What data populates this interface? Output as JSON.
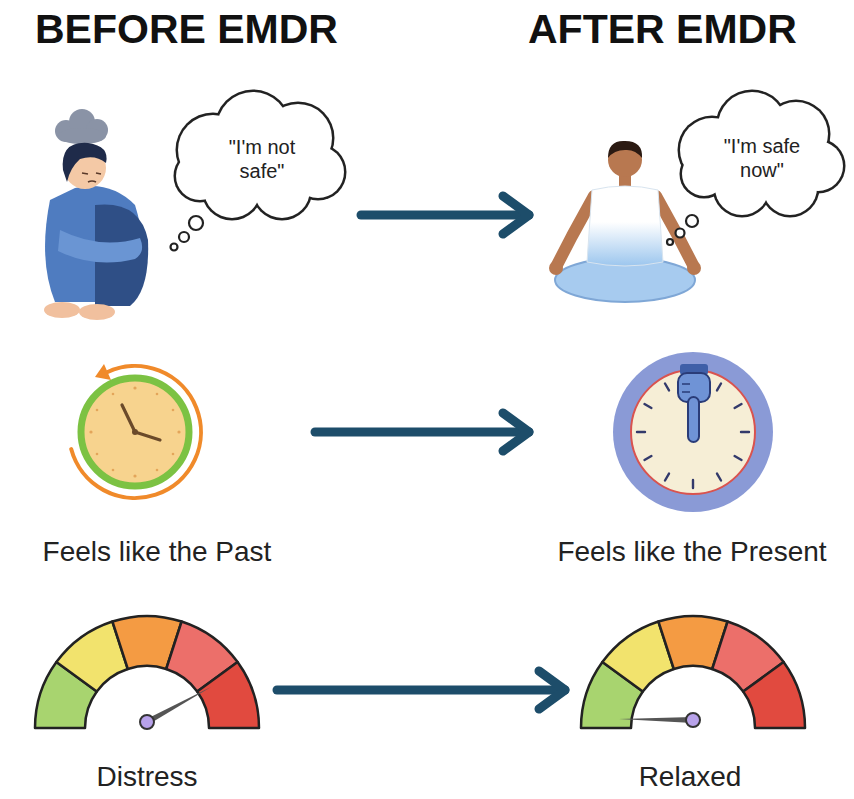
{
  "diagram": {
    "nodes": [
      {
        "text": [
          "\"I'm not safe\""
        ]
      },
      {
        "text": [
          "\"I'm safe now\""
        ]
      },
      {
        "text": [
          "Feels like the Past"
        ]
      },
      {
        "text": [
          "Feels like the Present"
        ]
      },
      {
        "text": [
          "Distress"
        ]
      },
      {
        "text": [
          "Relaxed"
        ]
      }
    ],
    "edges": [
      {
        "from": 0,
        "to": 1,
        "arrow": "to"
      },
      {
        "from": 2,
        "to": 3,
        "arrow": "to"
      },
      {
        "from": 4,
        "to": 5,
        "arrow": "to"
      }
    ],
    "labels": [
      "BEFORE EMDR",
      "AFTER EMDR"
    ]
  }
}
